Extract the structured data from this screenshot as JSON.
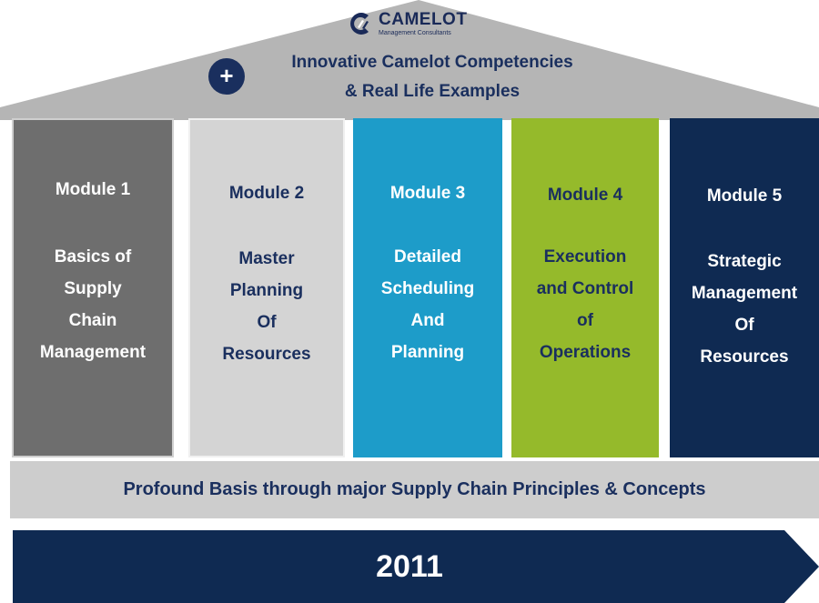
{
  "header": {
    "logo_name": "CAMELOT",
    "logo_sub": "Management Consultants",
    "plus_symbol": "+",
    "roof_line_1": "Innovative Camelot Competencies",
    "roof_line_2": "& Real Life Examples"
  },
  "modules": [
    {
      "title": "Module 1",
      "lines": [
        "Basics of",
        "Supply",
        "Chain",
        "Management"
      ],
      "color": "#6e6e6e"
    },
    {
      "title": "Module 2",
      "lines": [
        "Master",
        "Planning",
        "Of",
        "Resources"
      ],
      "color": "#d4d4d4"
    },
    {
      "title": "Module 3",
      "lines": [
        "Detailed",
        "Scheduling",
        "And",
        "Planning"
      ],
      "color": "#1d9cc9"
    },
    {
      "title": "Module 4",
      "lines": [
        "Execution",
        "and Control",
        "of",
        "Operations"
      ],
      "color": "#95ba2b"
    },
    {
      "title": "Module 5",
      "lines": [
        "Strategic",
        "Management",
        "Of",
        "Resources"
      ],
      "color": "#0f2a52"
    }
  ],
  "base": {
    "text": "Profound Basis through major Supply Chain Principles & Concepts"
  },
  "timeline": {
    "year": "2011"
  },
  "colors": {
    "roof": "#b3b3b3",
    "navy": "#1a2f5e",
    "arrow": "#0f2a52",
    "base": "#cdcdcd"
  }
}
